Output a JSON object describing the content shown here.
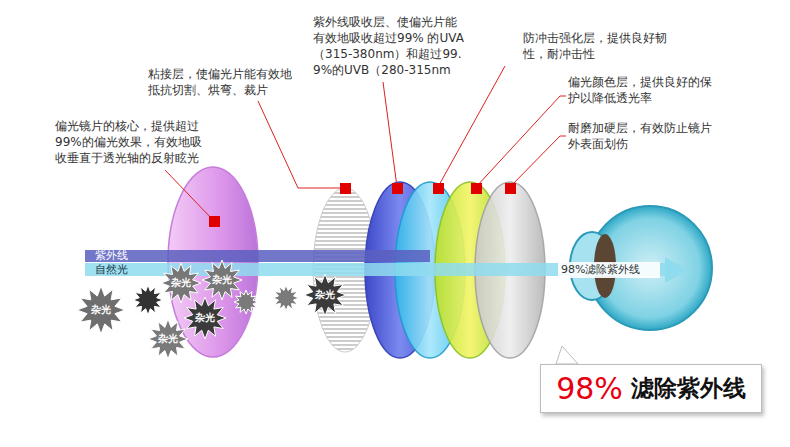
{
  "diagram": {
    "nodes": [
      {
        "text": [
          "98%",
          "滤除紫外线"
        ]
      }
    ],
    "labels": [
      "偏光镜片的核心，提供超过99%的偏光效果，有效地吸收垂直于透光轴的反射眩光",
      "粘接层，使偏光片能有效地抵抗切割、烘弯、裁片",
      "紫外线吸收层、使偏光片能有效地吸收超过99% 的UVA（315-380nm）和超过99.9%的UVB（280-315nm",
      "防冲击强化层，提供良好韧性，耐冲击性",
      "偏光颜色层，提供良好的保护以降低透光率",
      "耐磨加硬层，有效防止镜片外表面划伤",
      "紫外线",
      "自然光",
      "98%滤除紫外线",
      "杂光",
      "杂光",
      "杂光",
      "杂光",
      "杂光",
      "杂光"
    ]
  }
}
